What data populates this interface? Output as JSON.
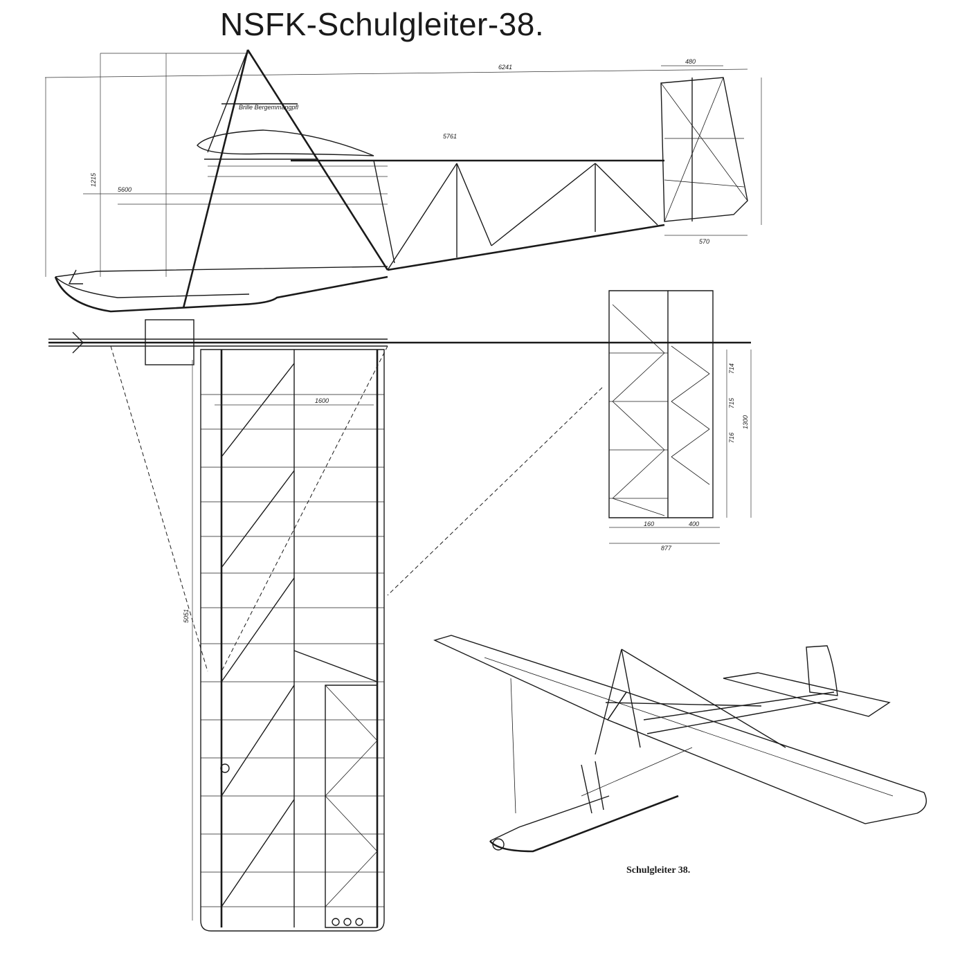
{
  "title": "NSFK-Schulgleiter-38.",
  "caption": "Schulgleiter 38.",
  "views": [
    {
      "name": "side-view"
    },
    {
      "name": "top-view"
    },
    {
      "name": "tail-plan-view"
    },
    {
      "name": "perspective-view"
    }
  ],
  "dimension_labels": {
    "overall_length": "6241",
    "pylon_height": "1215",
    "fuselage_length": "5600",
    "tail_width": "480",
    "rudder_chord": "570",
    "wing_span_half": "5051",
    "wing_chord": "1600",
    "tail_span_a": "160",
    "tail_span_b": "400",
    "tail_span_total": "877",
    "tail_section_1": "714",
    "tail_section_2": "715",
    "tail_section_3": "716",
    "tail_section_4": "1300",
    "strut_label": "Brille Bergemmangpfl",
    "wing_len": "5761"
  }
}
